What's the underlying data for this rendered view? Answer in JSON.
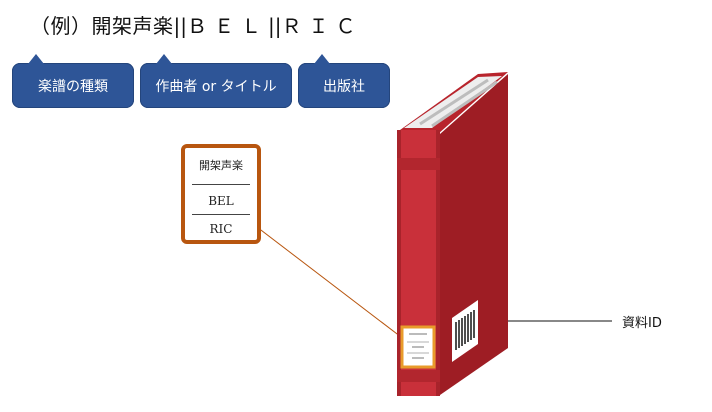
{
  "example": {
    "prefix": "（例）",
    "category": "開架声楽",
    "sep": "||",
    "composer": "ＢＥＬ",
    "sep2": "||",
    "publisher": "ＲＩＣ"
  },
  "callouts": [
    {
      "label": "楽譜の種類"
    },
    {
      "label": "作曲者 or タイトル"
    },
    {
      "label": "出版社"
    }
  ],
  "spine_label": {
    "line1": "開架声楽",
    "line2": "BEL",
    "line3": "RIC"
  },
  "barcode_label": "資料ID",
  "colors": {
    "callout_bg": "#2e5597",
    "label_border": "#b8560f",
    "book_red": "#c9303a"
  }
}
